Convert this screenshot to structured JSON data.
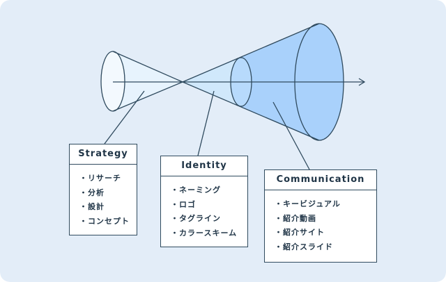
{
  "colors": {
    "background": "#e3edf8",
    "line": "#2f4a5e",
    "cone_light": "#e7f3fd",
    "cone_mid": "#c9e3fb",
    "cone_dark": "#a9d1fb"
  },
  "boxes": {
    "strategy": {
      "title": "Strategy",
      "items": [
        "・リサーチ",
        "・分析",
        "・設計",
        "・コンセプト"
      ]
    },
    "identity": {
      "title": "Identity",
      "items": [
        "・ネーミング",
        "・ロゴ",
        "・タグライン",
        "・カラースキーム"
      ]
    },
    "communication": {
      "title": "Communication",
      "items": [
        "・キービジュアル",
        "・紹介動画",
        "・紹介サイト",
        "・紹介スライド"
      ]
    }
  },
  "arrow_icon": "arrow-right-icon"
}
